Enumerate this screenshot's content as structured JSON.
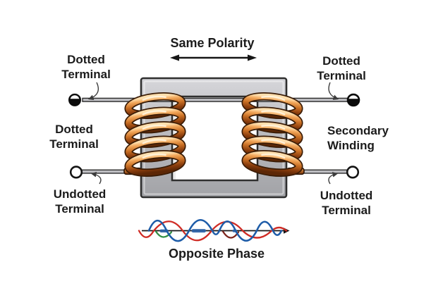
{
  "colors": {
    "background": "#ffffff",
    "ink": "#1b1b1b",
    "core_fill_light": "#d6d6da",
    "core_fill_dark": "#a2a3a7",
    "core_border": "#2f2f2f",
    "wire_fill": "#bdbdc1",
    "wire_border": "#232323",
    "copper_highlight": "#ffdfae",
    "copper_mid": "#c96f24",
    "copper_dark": "#5c2706",
    "copper_outline": "#3a1c06",
    "wave_blue": "#1e5ca8",
    "wave_red": "#cf2b24",
    "wave_green": "#2f8f45",
    "wave_dark_red": "#7c241b"
  },
  "labels": {
    "same_polarity": "Same Polarity",
    "opposite_phase": "Opposite Phase",
    "top_left": {
      "line1": "Dotted",
      "line2": "Terminal"
    },
    "mid_left": {
      "line1": "Dotted",
      "line2": "Terminal"
    },
    "bottom_left": {
      "line1": "Undotted",
      "line2": "Terminal"
    },
    "top_right": {
      "line1": "Dotted",
      "line2": "Terminal"
    },
    "mid_right": {
      "line1": "Secondary",
      "line2": "Winding"
    },
    "bottom_right": {
      "line1": "Undotted",
      "line2": "Terminal"
    }
  },
  "waveform": {
    "wave_colors": [
      "blue",
      "red",
      "green",
      "dark-red"
    ],
    "axis_direction": "right"
  }
}
